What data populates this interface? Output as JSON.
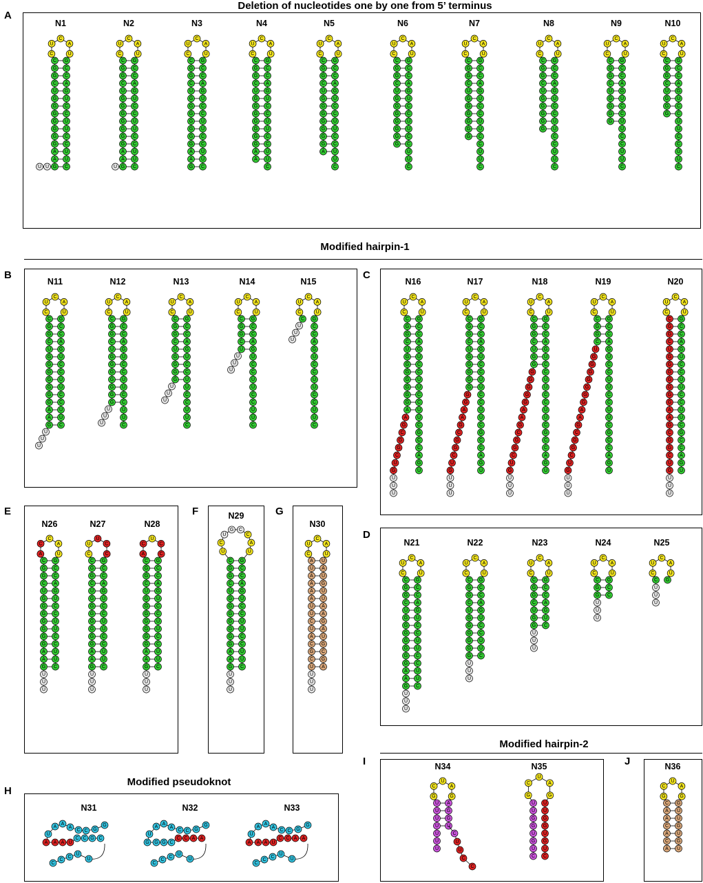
{
  "titles": {
    "deletion": "Deletion of nucleotides one by one from 5’ terminus",
    "hairpin1": "Modified hairpin-1",
    "pseudoknot": "Modified pseudoknot",
    "hairpin2": "Modified hairpin-2"
  },
  "panels": {
    "A": "A",
    "B": "B",
    "C": "C",
    "D": "D",
    "E": "E",
    "F": "F",
    "G": "G",
    "H": "H",
    "I": "I",
    "J": "J"
  },
  "colors": {
    "loop": "#f3e51f",
    "stem": "#33cc33",
    "unpaired": "#e8e8e8",
    "mutated": "#dd2222",
    "swapped": "#d9a77a",
    "pseudoknot": "#33c3e0",
    "variant": "#cc55dd"
  },
  "sequences": {
    "loop": [
      "C",
      "U",
      "C",
      "A",
      "U"
    ],
    "left_stem": [
      "C",
      "G",
      "G",
      "C",
      "U",
      "G",
      "G",
      "G",
      "G",
      "G",
      "G",
      "G",
      "A",
      "A",
      "G"
    ],
    "right_stem": [
      "G",
      "C",
      "C",
      "A",
      "G",
      "U",
      "C",
      "C",
      "U",
      "U",
      "C",
      "C",
      "U",
      "U",
      "C"
    ]
  },
  "molecules": [
    {
      "name": "N1",
      "panel": "A",
      "loop": [
        "C",
        "U",
        "C",
        "A",
        "U"
      ],
      "left_tail": [
        "U",
        "U"
      ]
    },
    {
      "name": "N2",
      "panel": "A",
      "loop": [
        "C",
        "U",
        "C",
        "A",
        "U"
      ],
      "left_tail": [
        "U"
      ]
    },
    {
      "name": "N3",
      "panel": "A",
      "loop": [
        "C",
        "U",
        "C",
        "A",
        "U"
      ]
    },
    {
      "name": "N4",
      "panel": "A",
      "loop": [
        "C",
        "U",
        "C",
        "A",
        "U"
      ]
    },
    {
      "name": "N5",
      "panel": "A",
      "loop": [
        "C",
        "U",
        "C",
        "A",
        "U"
      ]
    },
    {
      "name": "N6",
      "panel": "A",
      "loop": [
        "C",
        "U",
        "C",
        "A",
        "U"
      ]
    },
    {
      "name": "N7",
      "panel": "A",
      "loop": [
        "C",
        "U",
        "C",
        "A",
        "U"
      ]
    },
    {
      "name": "N8",
      "panel": "A",
      "loop": [
        "C",
        "U",
        "C",
        "A",
        "U"
      ]
    },
    {
      "name": "N9",
      "panel": "A",
      "loop": [
        "C",
        "U",
        "C",
        "A",
        "U"
      ]
    },
    {
      "name": "N10",
      "panel": "A",
      "loop": [
        "C",
        "U",
        "C",
        "A",
        "U"
      ]
    },
    {
      "name": "N11",
      "panel": "B",
      "loop": [
        "C",
        "U",
        "C",
        "A",
        "U"
      ],
      "left_tail": [
        "U",
        "U",
        "U"
      ]
    },
    {
      "name": "N12",
      "panel": "B",
      "loop": [
        "C",
        "U",
        "C",
        "A",
        "U"
      ],
      "left_tail": [
        "U",
        "U",
        "U"
      ]
    },
    {
      "name": "N13",
      "panel": "B",
      "loop": [
        "C",
        "U",
        "C",
        "A",
        "U"
      ],
      "left_tail": [
        "U",
        "U",
        "U"
      ]
    },
    {
      "name": "N14",
      "panel": "B",
      "loop": [
        "C",
        "U",
        "C",
        "A",
        "U"
      ],
      "left_tail": [
        "U",
        "U",
        "U"
      ]
    },
    {
      "name": "N15",
      "panel": "B",
      "loop": [
        "C",
        "U",
        "C",
        "A",
        "U"
      ],
      "left_tail": [
        "U",
        "U",
        "U"
      ]
    },
    {
      "name": "N16",
      "panel": "C",
      "loop": [
        "C",
        "U",
        "C",
        "A",
        "U"
      ],
      "left_tail": [
        "U",
        "U",
        "U"
      ]
    },
    {
      "name": "N17",
      "panel": "C",
      "loop": [
        "C",
        "U",
        "C",
        "A",
        "U"
      ],
      "left_tail": [
        "U",
        "U",
        "U"
      ]
    },
    {
      "name": "N18",
      "panel": "C",
      "loop": [
        "C",
        "U",
        "C",
        "A",
        "U"
      ],
      "left_tail": [
        "U",
        "U",
        "U"
      ]
    },
    {
      "name": "N19",
      "panel": "C",
      "loop": [
        "C",
        "U",
        "C",
        "A",
        "U"
      ],
      "left_tail": [
        "U",
        "U",
        "U"
      ]
    },
    {
      "name": "N20",
      "panel": "C",
      "loop": [
        "C",
        "U",
        "C",
        "A",
        "U"
      ],
      "left_tail": [
        "U",
        "U",
        "U"
      ]
    },
    {
      "name": "N21",
      "panel": "D",
      "loop": [
        "C",
        "U",
        "C",
        "A",
        "U"
      ],
      "left_tail": [
        "U",
        "U",
        "U"
      ]
    },
    {
      "name": "N22",
      "panel": "D",
      "loop": [
        "C",
        "U",
        "C",
        "A",
        "U"
      ],
      "left_tail": [
        "U",
        "U",
        "U"
      ]
    },
    {
      "name": "N23",
      "panel": "D",
      "loop": [
        "C",
        "U",
        "C",
        "A",
        "U"
      ],
      "left_tail": [
        "U",
        "U",
        "U"
      ]
    },
    {
      "name": "N24",
      "panel": "D",
      "loop": [
        "C",
        "U",
        "C",
        "A",
        "U"
      ],
      "left_tail": [
        "U",
        "U",
        "U"
      ]
    },
    {
      "name": "N25",
      "panel": "D",
      "loop": [
        "C",
        "U",
        "C",
        "A",
        "U"
      ],
      "left_tail": [
        "U",
        "U",
        "U"
      ]
    },
    {
      "name": "N26",
      "panel": "E",
      "loop": [
        "A",
        "C",
        "C",
        "A",
        "U"
      ],
      "left_tail": [
        "U",
        "U",
        "U"
      ]
    },
    {
      "name": "N27",
      "panel": "E",
      "loop": [
        "C",
        "U",
        "U",
        "C",
        "C"
      ],
      "left_tail": [
        "U",
        "U",
        "U"
      ]
    },
    {
      "name": "N28",
      "panel": "E",
      "loop": [
        "A",
        "C",
        "U",
        "C",
        "C"
      ],
      "left_tail": [
        "U",
        "U",
        "U"
      ]
    },
    {
      "name": "N29",
      "panel": "F",
      "loop": [
        "U",
        "C",
        "U",
        "G",
        "C",
        "C",
        "A",
        "U"
      ],
      "left_tail": [
        "U",
        "U",
        "U"
      ]
    },
    {
      "name": "N30",
      "panel": "G",
      "loop": [
        "C",
        "U",
        "C",
        "A",
        "U"
      ],
      "left_tail": [
        "U",
        "U",
        "U"
      ],
      "left_stem": [
        "A",
        "U",
        "A",
        "A",
        "A",
        "A",
        "U",
        "U",
        "C",
        "U",
        "A",
        "C",
        "G",
        "C",
        "U"
      ],
      "right_stem": [
        "U",
        "A",
        "U",
        "G",
        "U",
        "U",
        "A",
        "A",
        "G",
        "A",
        "U",
        "G",
        "C",
        "G",
        "A"
      ]
    },
    {
      "name": "N31",
      "panel": "H",
      "top": [
        "U",
        "A",
        "A",
        "A",
        "C",
        "C",
        "G",
        "G"
      ],
      "middle_left": [
        "A",
        "A",
        "A",
        "U"
      ],
      "middle_right": [
        "C",
        "C",
        "G",
        "C"
      ],
      "bottom": [
        "C",
        "C",
        "C",
        "U",
        "U"
      ]
    },
    {
      "name": "N32",
      "panel": "H",
      "top": [
        "U",
        "A",
        "A",
        "A",
        "C",
        "C",
        "G",
        "G"
      ],
      "middle_left": [
        "G",
        "G",
        "G",
        "C"
      ],
      "middle_right": [
        "C",
        "C",
        "A",
        "A"
      ],
      "bottom": [
        "C",
        "C",
        "C",
        "U",
        "U"
      ]
    },
    {
      "name": "N33",
      "panel": "H",
      "top": [
        "U",
        "A",
        "A",
        "A",
        "C",
        "C",
        "G",
        "G"
      ],
      "middle_left": [
        "A",
        "A",
        "A",
        "U"
      ],
      "middle_right": [
        "C",
        "C",
        "A",
        "A"
      ],
      "bottom": [
        "C",
        "C",
        "C",
        "U",
        "U"
      ]
    },
    {
      "name": "N34",
      "panel": "I",
      "loop": [
        "G",
        "C",
        "U",
        "A",
        "G"
      ],
      "left_stem": [
        "U",
        "U",
        "U",
        "U",
        "U",
        "U",
        "U"
      ],
      "right_stem": [
        "A",
        "G",
        "G",
        "U",
        "C",
        "U",
        "C"
      ]
    },
    {
      "name": "N35",
      "panel": "I",
      "loop": [
        "G",
        "C",
        "U",
        "A",
        "G"
      ],
      "left_stem": [
        "U",
        "U",
        "G",
        "G",
        "U",
        "G",
        "U",
        "C"
      ],
      "right_stem": [
        "U",
        "U",
        "G",
        "G",
        "U",
        "G",
        "U",
        "C"
      ]
    },
    {
      "name": "N36",
      "panel": "J",
      "loop": [
        "G",
        "C",
        "U",
        "A",
        "G"
      ],
      "left_stem": [
        "C",
        "A",
        "A",
        "C",
        "A",
        "C",
        "A"
      ],
      "right_stem": [
        "G",
        "U",
        "U",
        "G",
        "U",
        "G",
        "U"
      ]
    }
  ]
}
